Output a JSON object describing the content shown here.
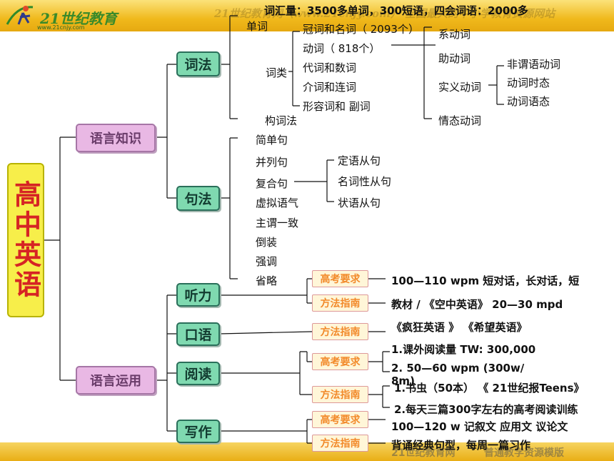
{
  "header": {
    "logo_text": "21世纪教育",
    "logo_url": "www.21cnjy.com",
    "watermark": "21世纪教育网（www.21cnjy.com） 全国最大的中小学教育资源网站"
  },
  "footer": {
    "left": "21世纪教育网",
    "right": "普通教学资源模版"
  },
  "root": {
    "label": "高中英语"
  },
  "branches": {
    "knowledge": "语言知识",
    "usage": "语言运用"
  },
  "nodes": {
    "cifa": "词法",
    "jufa": "句法",
    "tingli": "听力",
    "kouyu": "口语",
    "yuedu": "阅读",
    "xiezuo": "写作"
  },
  "cifa_detail": {
    "vocab": "词汇量：3500多单词，300短语，四会词语：2000多",
    "danci": "单词",
    "cilei": "词类",
    "goucifa": "构词法",
    "classes": [
      "冠词和名词（ 2093个）",
      "动词（ 818个）",
      "代词和数词",
      "介词和连词",
      "形容词和 副词"
    ],
    "verb_types": [
      "系动词",
      "助动词",
      "实义动词",
      "情态动词"
    ],
    "shiyi_sub": [
      "非谓语动词",
      "动词时态",
      "动词语态"
    ]
  },
  "jufa_detail": {
    "items": [
      "简单句",
      "并列句",
      "复合句",
      "虚拟语气",
      "主谓一致",
      "倒装",
      "强调",
      "省略"
    ],
    "fuhe_sub": [
      "定语从句",
      "名词性从句",
      "状语从句"
    ]
  },
  "tags": {
    "req": "高考要求",
    "guide": "方法指南"
  },
  "usage_detail": {
    "tingli_req": "100—110 wpm     短对话，长对话，短",
    "tingli_guide": "教材 / 《空中英语》  20—30 mpd",
    "kouyu_guide": "《疯狂英语 》   《希望英语》",
    "yuedu_req_1": "1.课外阅读量    TW: 300,000",
    "yuedu_req_2": "2. 50—60 wpm      (300w/",
    "yuedu_req_3": "8m)",
    "yuedu_guide_1": "1.书虫（50本） 《 21世纪报Teens》",
    "yuedu_guide_2": "2.每天三篇300字左右的高考阅读训练",
    "xiezuo_req": "100—120 w      记叙文  应用文  议论文",
    "xiezuo_guide": "背诵经典句型，每周一篇习作"
  },
  "colors": {
    "root_bg": "#f7ee4a",
    "root_text": "#d62424",
    "pink_bg": "#e9b8e4",
    "green_bg": "#7fd9b0",
    "tag_text": "#f28a2a",
    "bar": "#f0b91c"
  }
}
